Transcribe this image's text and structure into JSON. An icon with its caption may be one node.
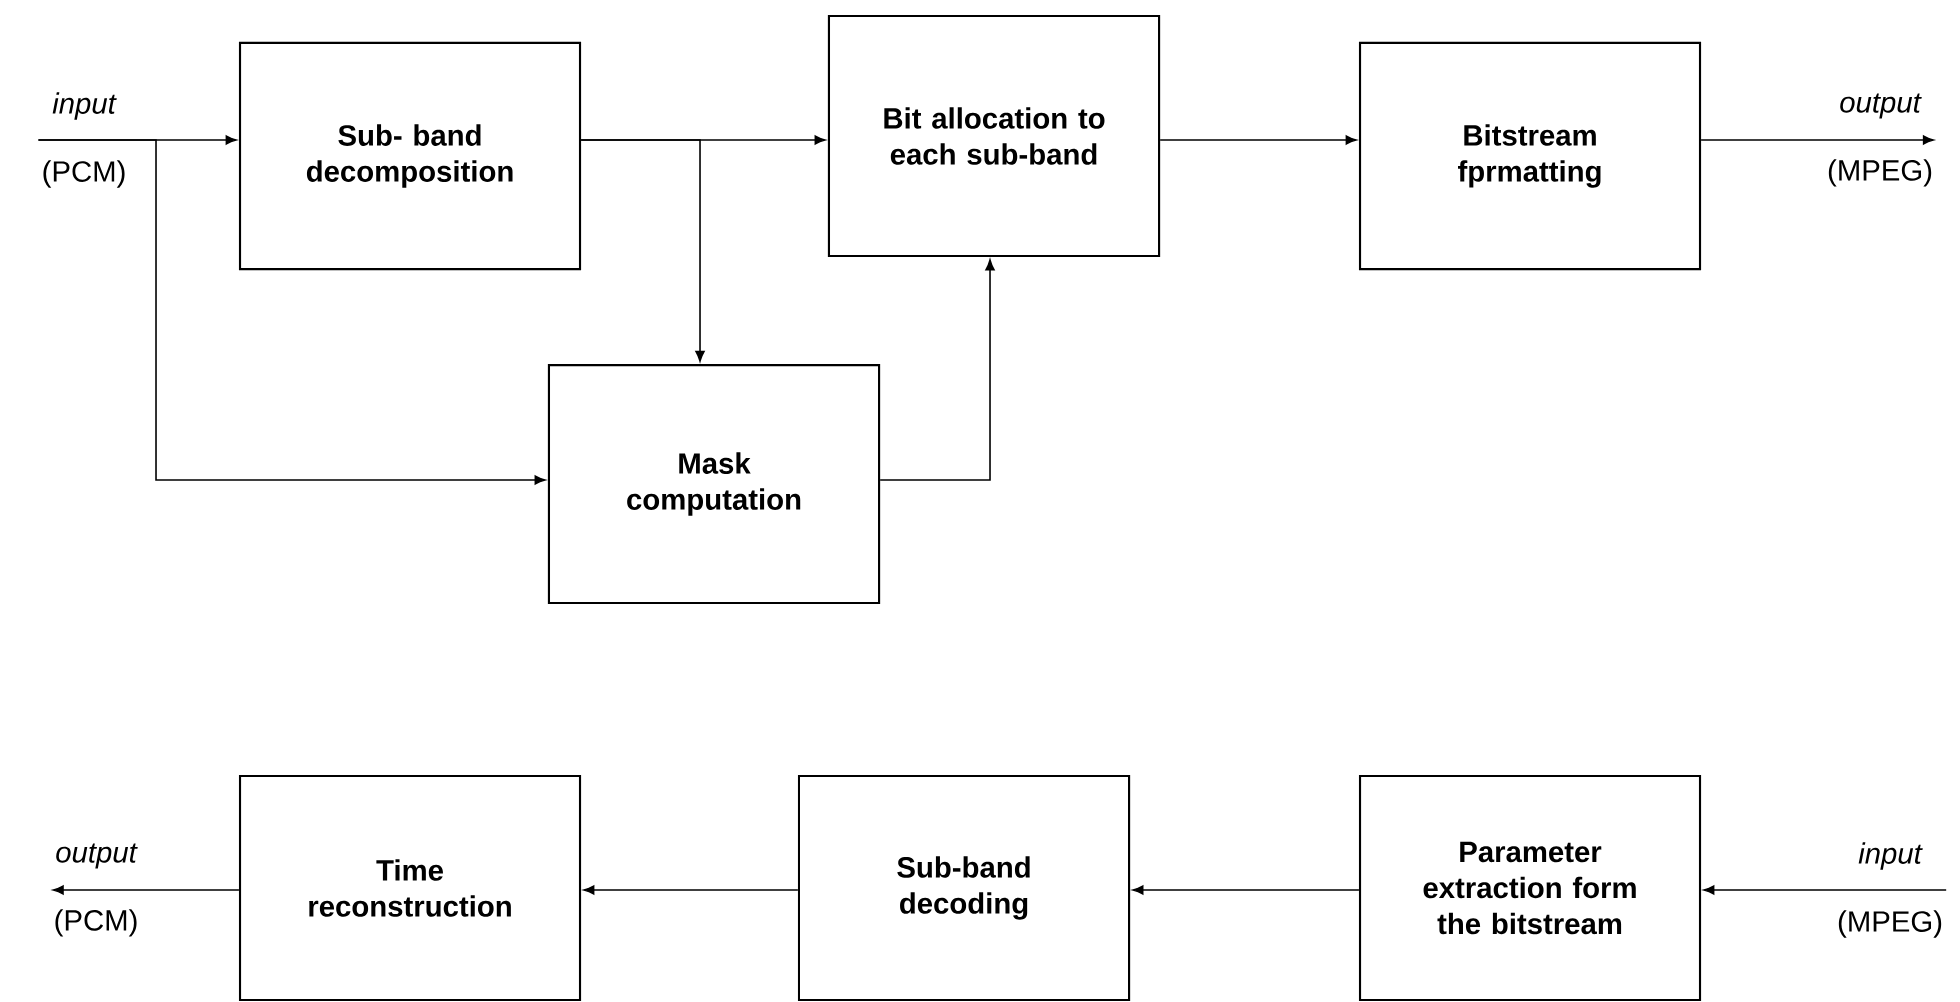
{
  "diagram": {
    "nodes": [
      {
        "text": [
          "input",
          "(PCM)"
        ]
      },
      {
        "text": [
          "Sub- band decomposition"
        ]
      },
      {
        "text": [
          "Bit allocation to each sub-band"
        ]
      },
      {
        "text": [
          "Bitstream fprmatting"
        ]
      },
      {
        "text": [
          "output",
          "(MPEG)"
        ]
      },
      {
        "text": [
          "Mask computation"
        ]
      },
      {
        "text": [
          "output",
          "(PCM)"
        ]
      },
      {
        "text": [
          "Time reconstruction"
        ]
      },
      {
        "text": [
          "Sub-band decoding"
        ]
      },
      {
        "text": [
          "Parameter extraction form the bitstream"
        ]
      },
      {
        "text": [
          "input",
          "(MPEG)"
        ]
      }
    ],
    "edges": [
      {
        "from": 0,
        "to": 1,
        "arrow": "to"
      },
      {
        "from": 1,
        "to": 2,
        "arrow": "to"
      },
      {
        "from": 1,
        "to": 5,
        "arrow": "to"
      },
      {
        "from": 0,
        "to": 5,
        "arrow": "to"
      },
      {
        "from": 5,
        "to": 2,
        "arrow": "to"
      },
      {
        "from": 2,
        "to": 3,
        "arrow": "to"
      },
      {
        "from": 3,
        "to": 4,
        "arrow": "to"
      },
      {
        "from": 10,
        "to": 9,
        "arrow": "to"
      },
      {
        "from": 9,
        "to": 8,
        "arrow": "to"
      },
      {
        "from": 8,
        "to": 7,
        "arrow": "to"
      },
      {
        "from": 7,
        "to": 6,
        "arrow": "to"
      }
    ]
  }
}
